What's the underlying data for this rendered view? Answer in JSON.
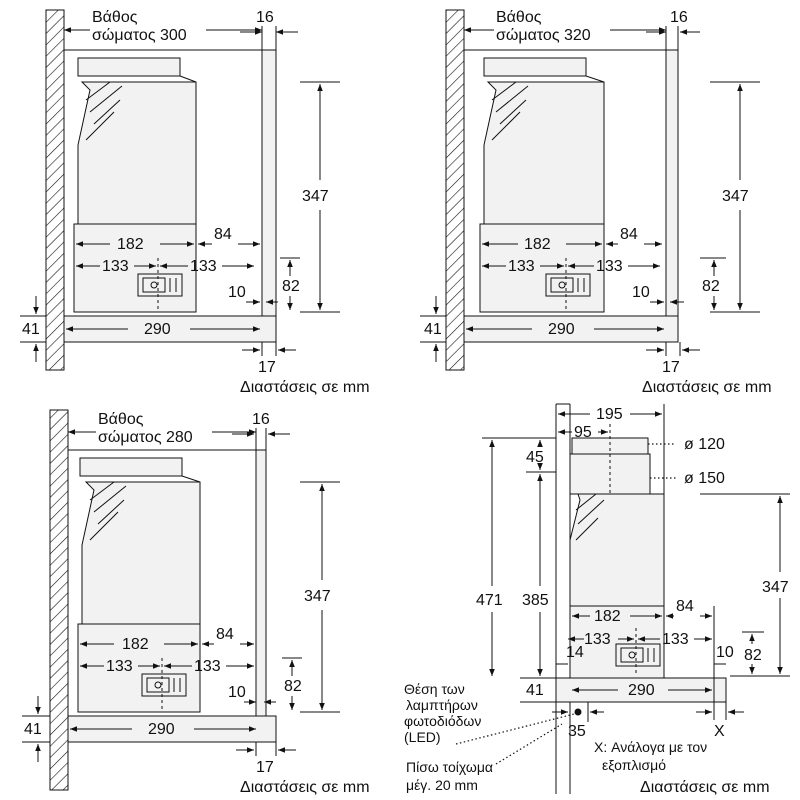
{
  "views": [
    {
      "body_depth_label": "Βάθος",
      "body_depth_value": "σώματος 300",
      "dim_16": "16",
      "dim_347": "347",
      "dim_182": "182",
      "dim_84": "84",
      "dim_133_left": "133",
      "dim_133_right": "133",
      "dim_82": "82",
      "dim_10": "10",
      "dim_41": "41",
      "dim_290": "290",
      "dim_17": "17",
      "units": "Διαστάσεις σε mm"
    },
    {
      "body_depth_label": "Βάθος",
      "body_depth_value": "σώματος 320",
      "dim_16": "16",
      "dim_347": "347",
      "dim_182": "182",
      "dim_84": "84",
      "dim_133_left": "133",
      "dim_133_right": "133",
      "dim_82": "82",
      "dim_10": "10",
      "dim_41": "41",
      "dim_290": "290",
      "dim_17": "17",
      "units": "Διαστάσεις σε mm"
    },
    {
      "body_depth_label": "Βάθος",
      "body_depth_value": "σώματος 280",
      "dim_16": "16",
      "dim_347": "347",
      "dim_182": "182",
      "dim_84": "84",
      "dim_133_left": "133",
      "dim_133_right": "133",
      "dim_82": "82",
      "dim_10": "10",
      "dim_41": "41",
      "dim_290": "290",
      "dim_17": "17",
      "units": "Διαστάσεις σε mm"
    }
  ],
  "detail": {
    "dim_195": "195",
    "dim_95": "95",
    "dim_45": "45",
    "dia_120": "ø 120",
    "dia_150": "ø 150",
    "dim_471": "471",
    "dim_385": "385",
    "dim_347": "347",
    "dim_182": "182",
    "dim_84": "84",
    "dim_133_left": "133",
    "dim_133_right": "133",
    "dim_14": "14",
    "dim_10": "10",
    "dim_82": "82",
    "dim_41": "41",
    "dim_290": "290",
    "dim_35": "35",
    "dim_x": "X",
    "led_line1": "Θέση των",
    "led_line2": "λαμπτήρων",
    "led_line3": "φωτοδιόδων",
    "led_line4": "(LED)",
    "x_note1": "X: Ανάλογα με τον",
    "x_note2": "εξοπλισμό",
    "rear_wall1": "Πίσω τοίχωμα",
    "rear_wall2": "μέγ. 20 mm",
    "units": "Διαστάσεις σε mm"
  }
}
